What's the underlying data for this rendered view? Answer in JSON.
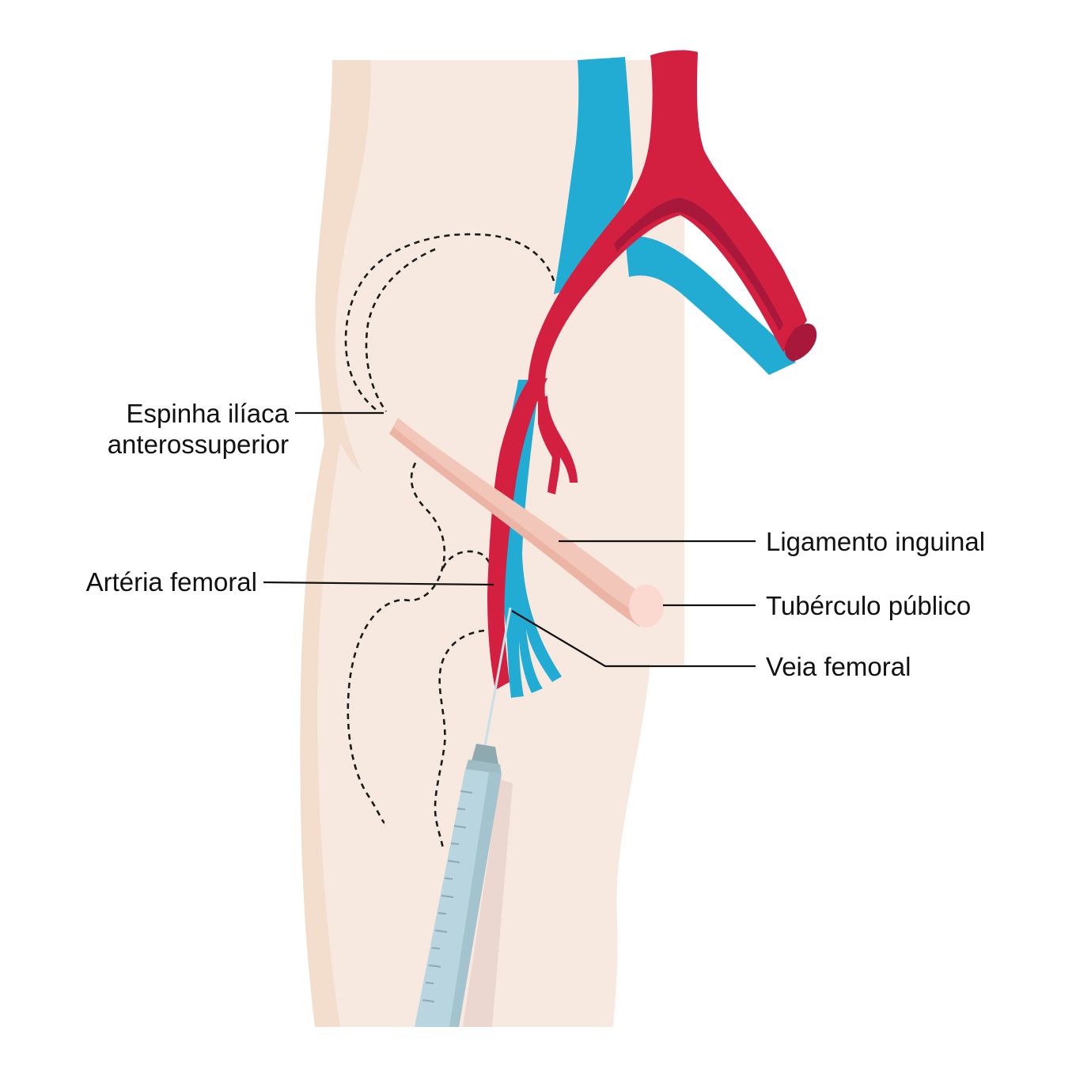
{
  "labels": {
    "iliac_line1": "Espinha ilíaca",
    "iliac_line2": "anterossuperior",
    "ligament": "Ligamento inguinal",
    "artery": "Artéria femoral",
    "tubercle": "Tubérculo público",
    "vein": "Veia femoral"
  },
  "colors": {
    "skin": "#f7e9df",
    "skin_shadow": "#f3ddcc",
    "artery": "#d31f40",
    "artery_dark": "#a8183a",
    "vein": "#22acd3",
    "ligament": "#f2c6b9",
    "syringe": "#b9d6e0",
    "leader": "#111111"
  }
}
